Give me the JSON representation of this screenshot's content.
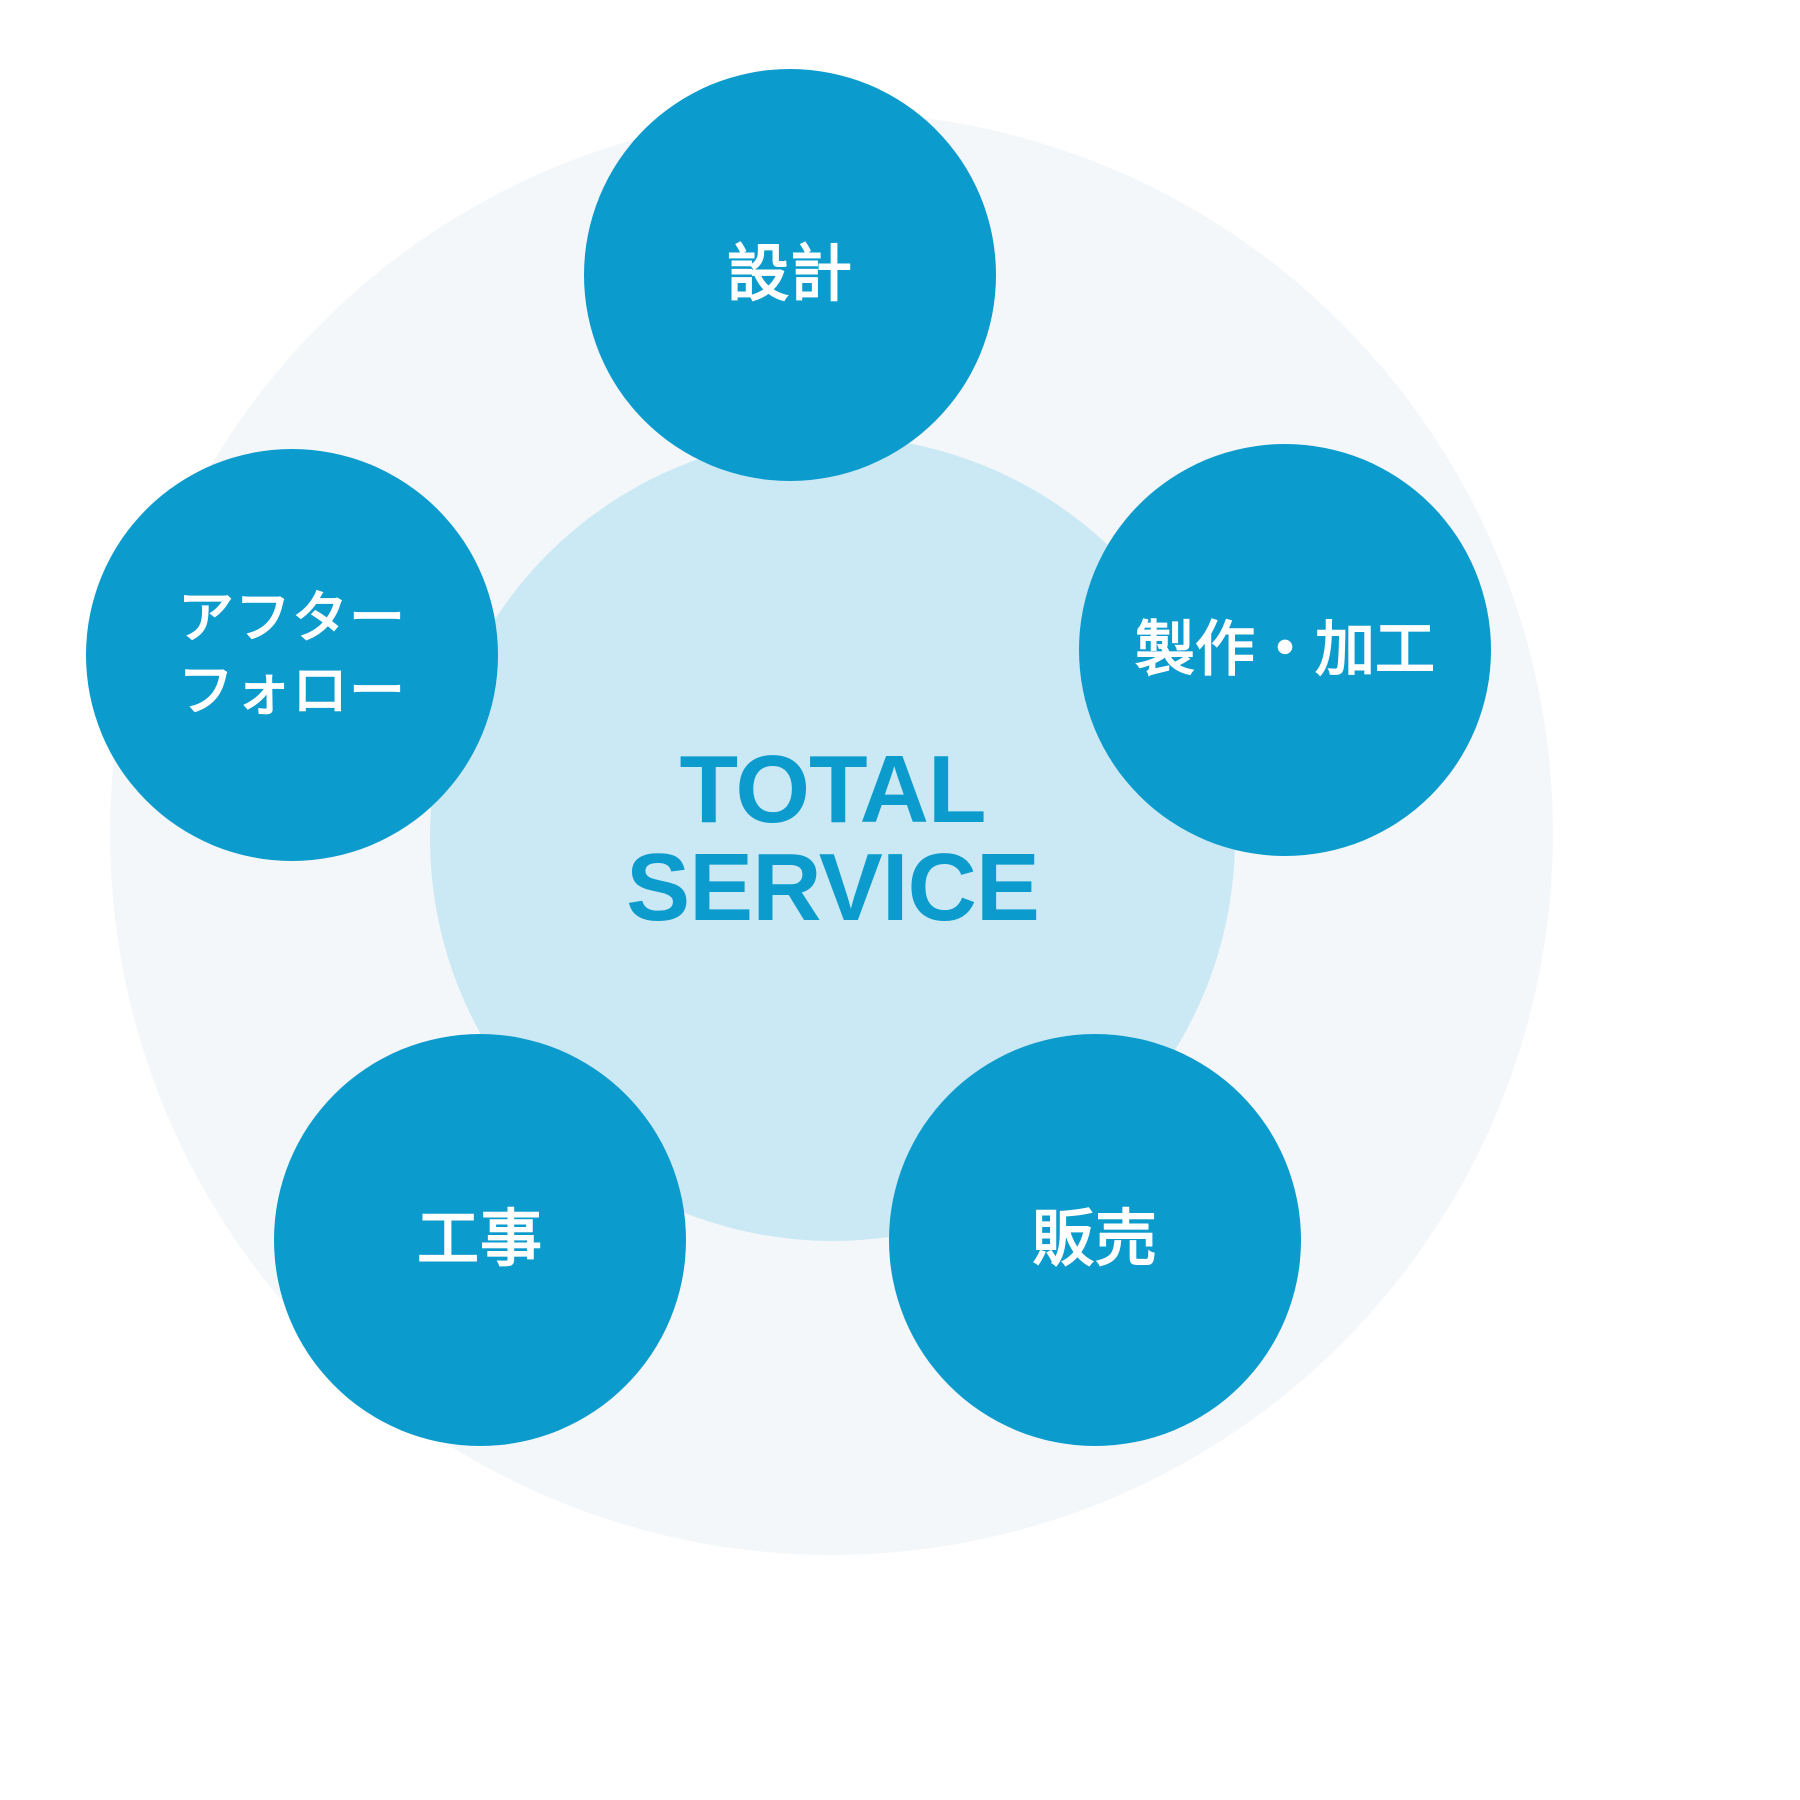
{
  "diagram": {
    "title": "TOTAL SERVICE",
    "center": {
      "line1": "TOTAL",
      "line2": "SERVICE"
    },
    "colors": {
      "node_fill": "#0c9bcd",
      "hub_fill": "#cbe9f4",
      "outer_fill": "#f4f7f9",
      "node_text": "#ffffff",
      "hub_text": "#0c9bcd",
      "page_background": "#ffffff"
    },
    "nodes": [
      {
        "id": "design",
        "label": "設計",
        "position": "top"
      },
      {
        "id": "manufacturing",
        "label": "製作・加工",
        "position": "right"
      },
      {
        "id": "sales",
        "label": "販売",
        "position": "bottom-right"
      },
      {
        "id": "construction",
        "label": "工事",
        "position": "bottom-left"
      },
      {
        "id": "after-follow",
        "label": "アフター\nフォロー",
        "position": "left"
      }
    ]
  }
}
